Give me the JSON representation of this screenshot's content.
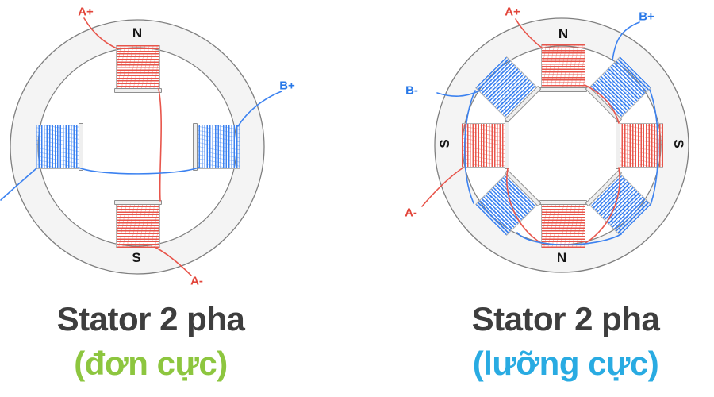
{
  "figure": {
    "description": "Two-phase stepper-motor stator winding diagrams",
    "background": "#ffffff",
    "colors": {
      "phase_a": "#e8554b",
      "phase_b": "#3c82f0",
      "terminal_a": "#e2453a",
      "terminal_b": "#2878e8",
      "ring_fill": "#f4f4f4",
      "ring_stroke": "#7f7f7f",
      "pole_label": "#151515",
      "title": "#3e3e3e",
      "subtitle_left": "#8dc63f",
      "subtitle_right": "#29abe2"
    },
    "diagrams": [
      {
        "id": "unipolar",
        "title": "Stator 2 pha",
        "subtitle": "(đơn cực)",
        "pole_count": 4,
        "pole_labels": {
          "top": "N",
          "bottom": "S"
        },
        "terminals": {
          "a_plus": "A+",
          "b_plus": "B+",
          "a_minus": "A-"
        },
        "phases": [
          {
            "name": "A",
            "color": "#e8554b",
            "coils": [
              "top",
              "bottom"
            ]
          },
          {
            "name": "B",
            "color": "#3c82f0",
            "coils": [
              "left",
              "right"
            ]
          }
        ]
      },
      {
        "id": "bipolar",
        "title": "Stator 2 pha",
        "subtitle": "(lưỡng cực)",
        "pole_count": 8,
        "pole_labels": {
          "top": "N",
          "bottom": "N",
          "left": "S",
          "right": "S"
        },
        "terminals": {
          "a_plus": "A+",
          "b_plus": "B+",
          "b_minus": "B-",
          "a_minus": "A-"
        },
        "phases": [
          {
            "name": "A",
            "color": "#e8554b",
            "coils": [
              "top",
              "right",
              "bottom",
              "left"
            ]
          },
          {
            "name": "B",
            "color": "#3c82f0",
            "coils": [
              "top-right",
              "bottom-right",
              "bottom-left",
              "top-left"
            ]
          }
        ]
      }
    ]
  }
}
